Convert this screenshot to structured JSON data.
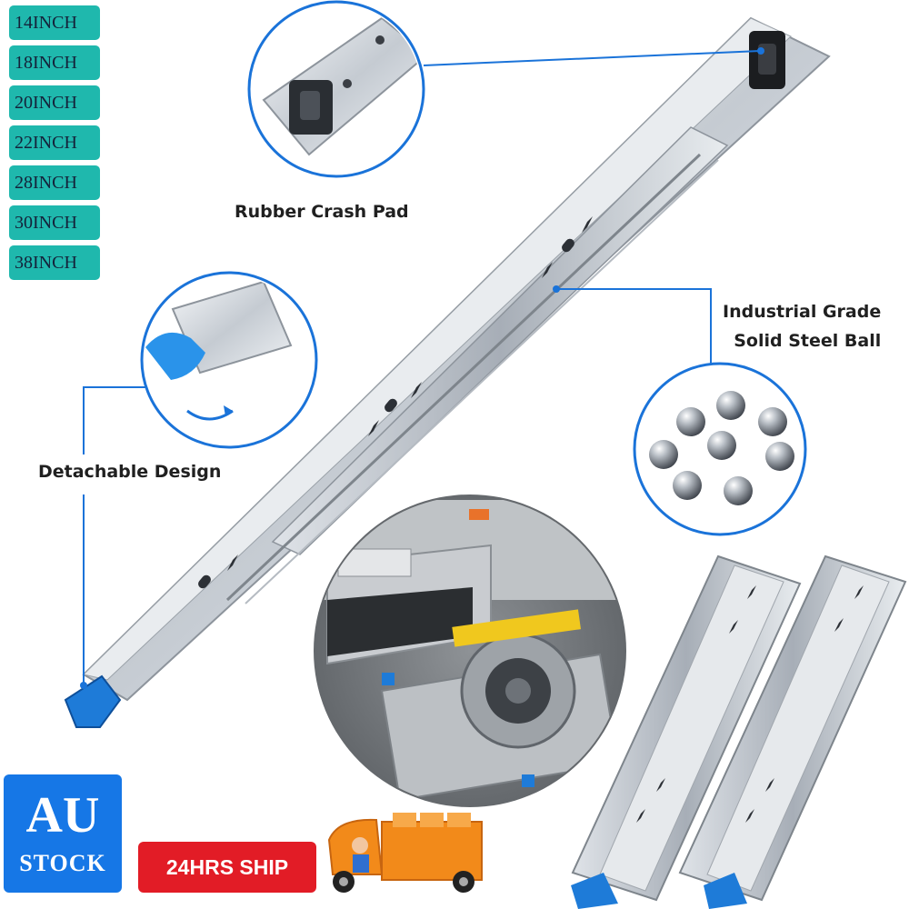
{
  "sizes": [
    "14INCH",
    "18INCH",
    "20INCH",
    "22INCH",
    "28INCH",
    "30INCH",
    "38INCH"
  ],
  "callouts": {
    "crash_pad": "Rubber Crash Pad",
    "steel_ball_line1": "Industrial Grade",
    "steel_ball_line2": "Solid Steel Ball",
    "detachable": "Detachable Design"
  },
  "badges": {
    "au_main": "AU",
    "au_sub": "STOCK",
    "ship": "24HRS SHIP"
  },
  "colors": {
    "size_tag": "#1fb8ad",
    "callout_line": "#1a73d9",
    "au_badge": "#1677e6",
    "ship_badge": "#e21c26",
    "slide_tip": "#1e7bd8"
  },
  "icons": [
    "delivery-truck-icon"
  ]
}
